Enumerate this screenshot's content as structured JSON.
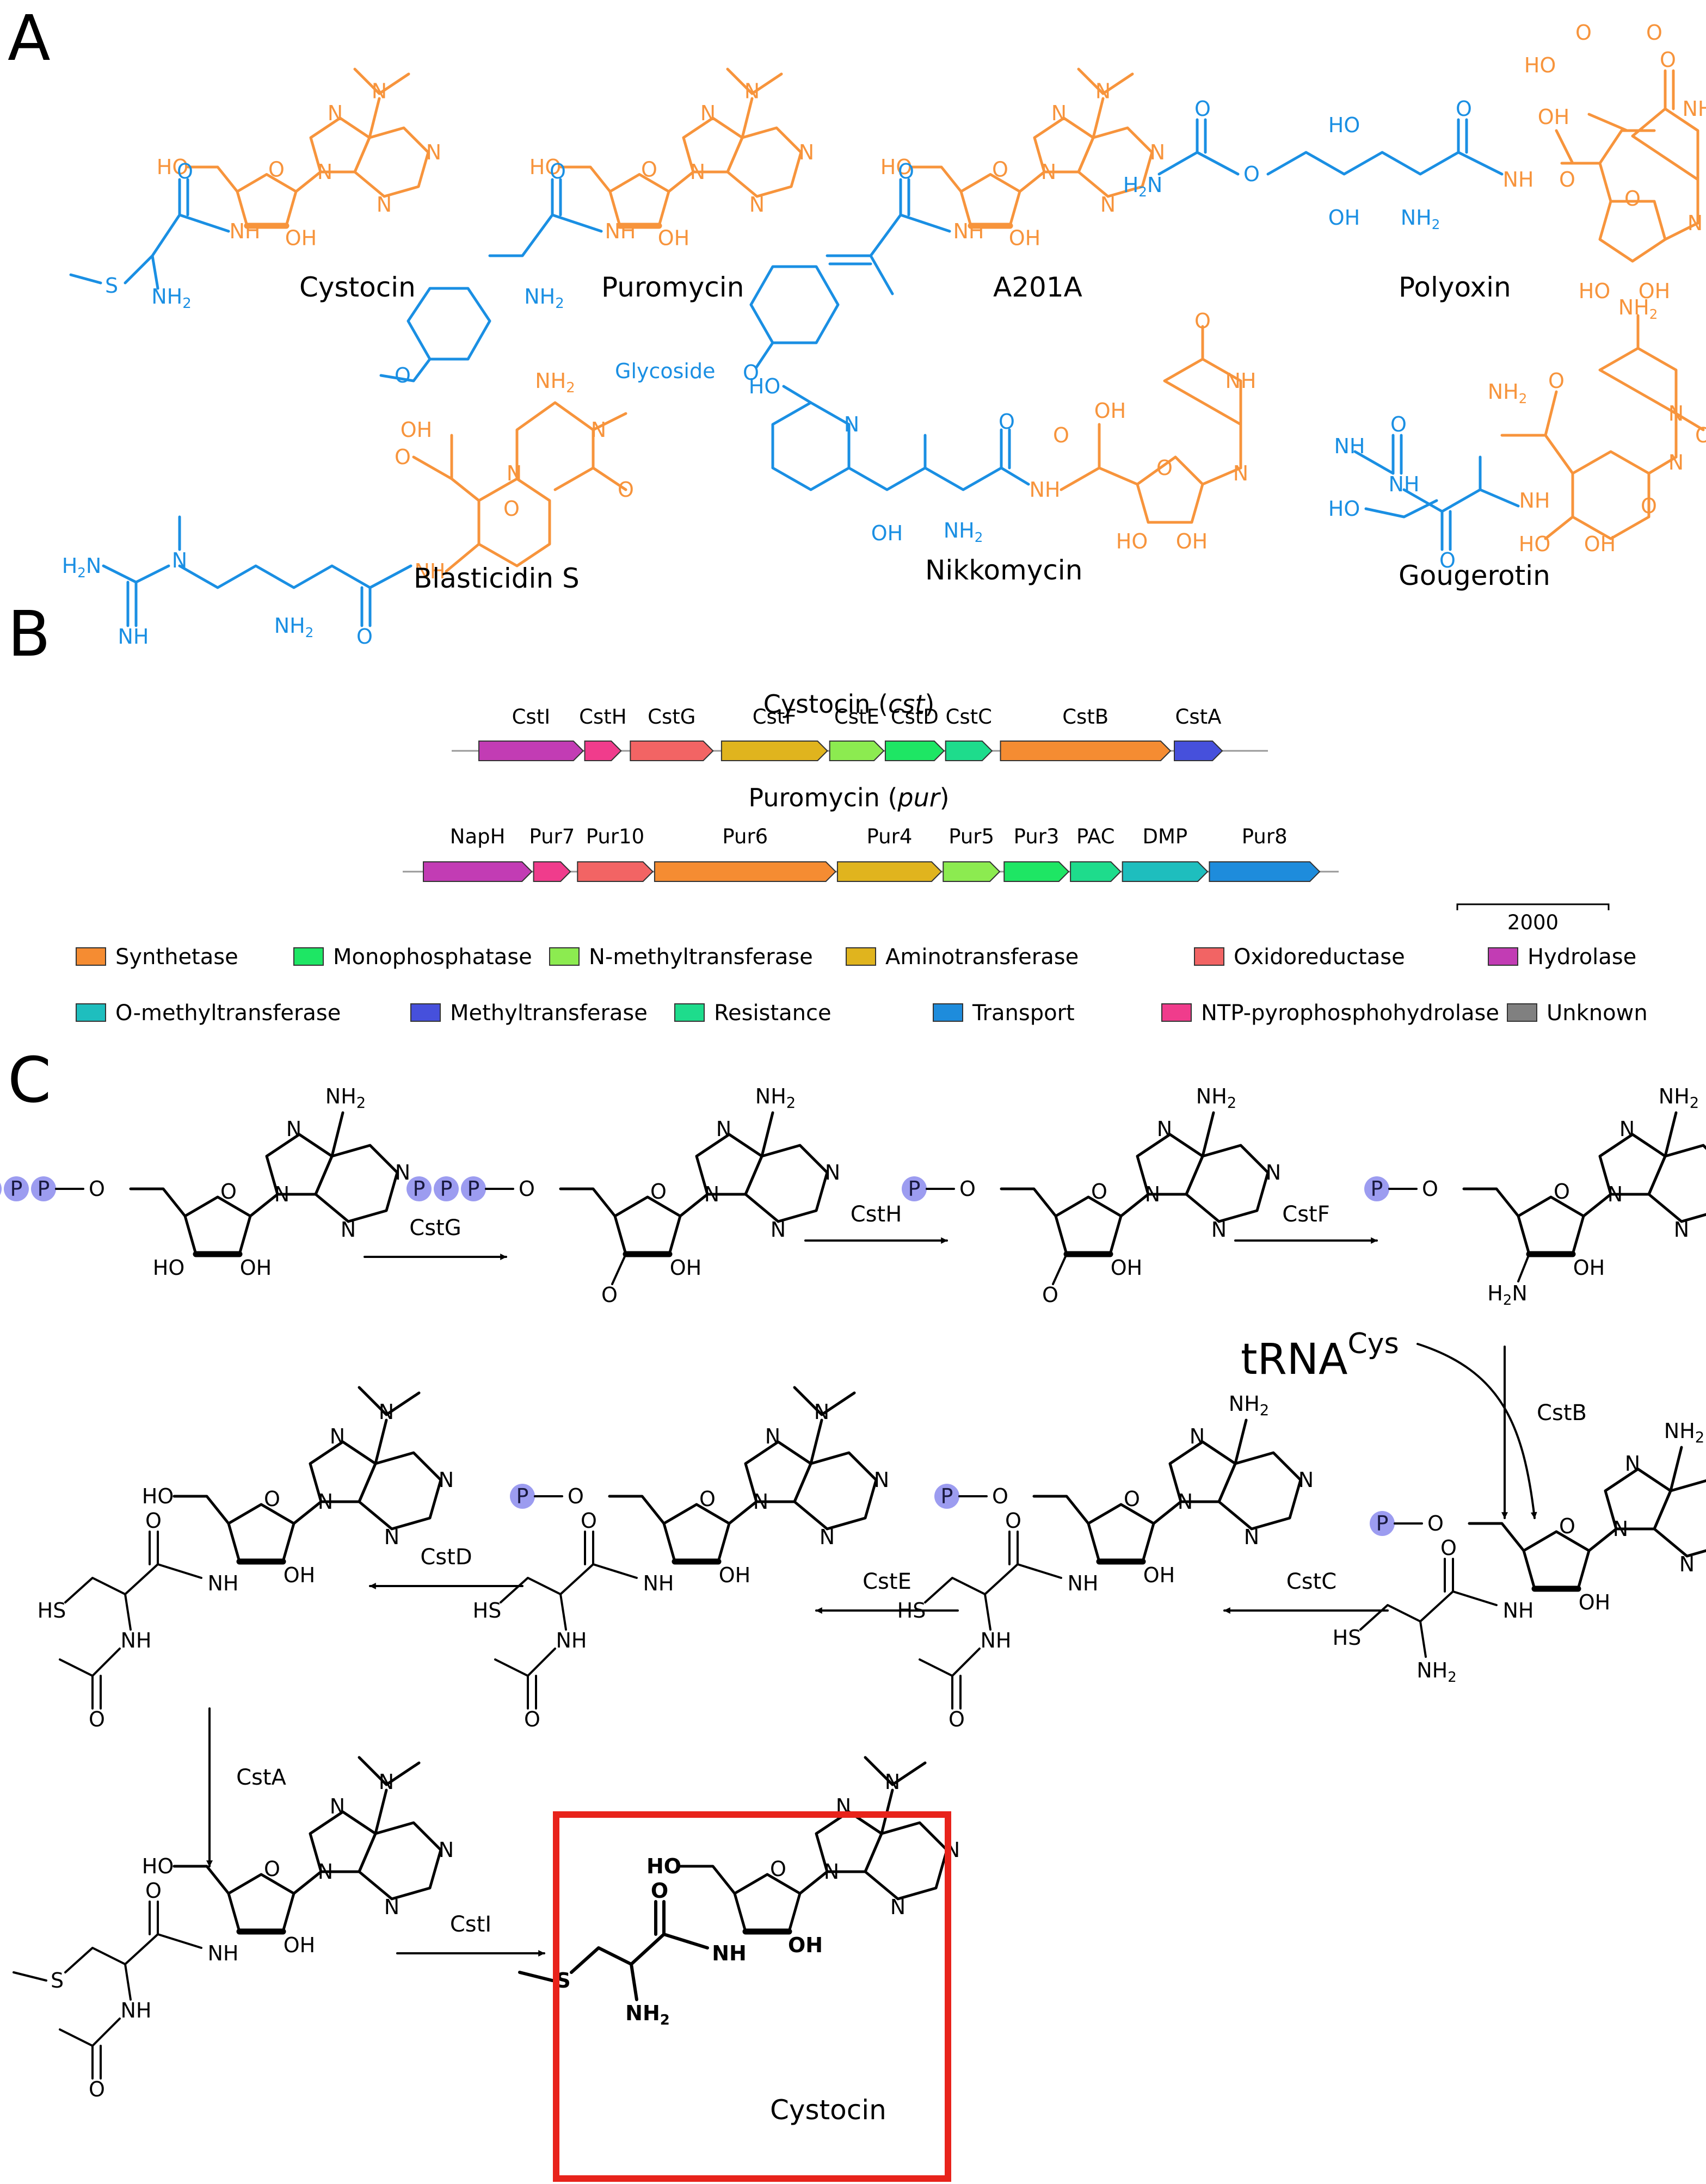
{
  "panels": {
    "a": "A",
    "b": "B",
    "c": "C"
  },
  "colors": {
    "nucleoside": "#F7943C",
    "side_chain": "#1A8FE3",
    "phosphate": "#9C9CF0",
    "box": "#E8231B"
  },
  "panel_a": {
    "compounds": [
      {
        "name": "Cystocin",
        "side": [
          "S",
          "NH2"
        ],
        "core": [
          "HO",
          "OH",
          "NH",
          "N",
          "N",
          "N",
          "N",
          "N"
        ]
      },
      {
        "name": "Puromycin",
        "side": [
          "O",
          "NH2"
        ],
        "core": [
          "HO",
          "OH",
          "NH",
          "N",
          "N",
          "N",
          "N",
          "N"
        ]
      },
      {
        "name": "A201A",
        "side": [
          "Glycoside",
          "O"
        ],
        "core": [
          "HO",
          "OH",
          "NH",
          "N",
          "N",
          "N",
          "N",
          "N"
        ]
      },
      {
        "name": "Polyoxin",
        "side": [
          "H2N",
          "O",
          "O",
          "HO",
          "OH",
          "NH2",
          "O"
        ],
        "core": [
          "HO",
          "OH",
          "OH",
          "OH",
          "O",
          "NH",
          "O",
          "O",
          "N",
          "NH",
          "O",
          "O",
          "HO"
        ]
      },
      {
        "name": "Blasticidin S",
        "side": [
          "H2N",
          "NH",
          "N",
          "NH2",
          "O"
        ],
        "core": [
          "OH",
          "O",
          "NH",
          "N",
          "N",
          "NH2",
          "O",
          "O"
        ]
      },
      {
        "name": "Nikkomycin",
        "side": [
          "HO",
          "N",
          "OH",
          "NH2",
          "O"
        ],
        "core": [
          "OH",
          "O",
          "NH",
          "HO",
          "OH",
          "N",
          "NH",
          "O",
          "O",
          "O"
        ]
      },
      {
        "name": "Gougerotin",
        "side": [
          "N",
          "O",
          "NH",
          "HO",
          "O"
        ],
        "core": [
          "NH2",
          "O",
          "NH",
          "HO",
          "OH",
          "N",
          "N",
          "NH2",
          "O",
          "O"
        ]
      }
    ]
  },
  "panel_b": {
    "clusters": [
      {
        "title": "Cystocin",
        "abbr": "cst",
        "genes": [
          {
            "name": "CstI",
            "color": "#C23CB4",
            "start": 0,
            "end": 0.135
          },
          {
            "name": "CstH",
            "color": "#F03C8C",
            "start": 0.137,
            "end": 0.184
          },
          {
            "name": "CstG",
            "color": "#F26464",
            "start": 0.196,
            "end": 0.303
          },
          {
            "name": "CstF",
            "color": "#E0B41E",
            "start": 0.314,
            "end": 0.451
          },
          {
            "name": "CstE",
            "color": "#8CEB50",
            "start": 0.454,
            "end": 0.524
          },
          {
            "name": "CstD",
            "color": "#1EE664",
            "start": 0.526,
            "end": 0.602
          },
          {
            "name": "CstC",
            "color": "#1EDC8C",
            "start": 0.604,
            "end": 0.664
          },
          {
            "name": "CstB",
            "color": "#F58C32",
            "start": 0.675,
            "end": 0.895
          },
          {
            "name": "CstA",
            "color": "#4650DC",
            "start": 0.9,
            "end": 0.962
          }
        ]
      },
      {
        "title": "Puromycin",
        "abbr": "pur",
        "genes": [
          {
            "name": "NapH",
            "color": "#C23CB4",
            "start": 0,
            "end": 0.121
          },
          {
            "name": "Pur7",
            "color": "#F03C8C",
            "start": 0.123,
            "end": 0.164
          },
          {
            "name": "Pur10",
            "color": "#F26464",
            "start": 0.172,
            "end": 0.256
          },
          {
            "name": "Pur6",
            "color": "#F58C32",
            "start": 0.258,
            "end": 0.46
          },
          {
            "name": "Pur4",
            "color": "#E0B41E",
            "start": 0.462,
            "end": 0.578
          },
          {
            "name": "Pur5",
            "color": "#8CEB50",
            "start": 0.58,
            "end": 0.643
          },
          {
            "name": "Pur3",
            "color": "#1EE664",
            "start": 0.648,
            "end": 0.72
          },
          {
            "name": "PAC",
            "color": "#1EDC8C",
            "start": 0.722,
            "end": 0.778
          },
          {
            "name": "DMP",
            "color": "#1EBEBE",
            "start": 0.78,
            "end": 0.875
          },
          {
            "name": "Pur8",
            "color": "#1E8CDC",
            "start": 0.877,
            "end": 1
          }
        ]
      }
    ],
    "scale_label": "2000",
    "legend": [
      {
        "label": "Synthetase",
        "color": "#F58C32"
      },
      {
        "label": "Monophosphatase",
        "color": "#1EE664"
      },
      {
        "label": "N-methyltransferase",
        "color": "#8CEB50"
      },
      {
        "label": "Aminotransferase",
        "color": "#E0B41E"
      },
      {
        "label": "Oxidoreductase",
        "color": "#F26464"
      },
      {
        "label": "Hydrolase",
        "color": "#C23CB4"
      },
      {
        "label": "O-methyltransferase",
        "color": "#1EBEBE"
      },
      {
        "label": "Methyltransferase",
        "color": "#4650DC"
      },
      {
        "label": "Resistance",
        "color": "#1EDC8C"
      },
      {
        "label": "Transport",
        "color": "#1E8CDC"
      },
      {
        "label": "NTP-pyrophosphohydrolase",
        "color": "#F03C8C"
      },
      {
        "label": "Unknown",
        "color": "#808080"
      }
    ]
  },
  "panel_c": {
    "phosphate": "P",
    "amine": "NH2",
    "enzymes": [
      "CstG",
      "CstH",
      "CstF",
      "CstB",
      "CstC",
      "CstE",
      "CstD",
      "CstA",
      "CstI"
    ],
    "trna": {
      "base": "tRNA",
      "sup": "Cys"
    },
    "product": "Cystocin",
    "atoms": {
      "ho": "HO",
      "oh": "OH",
      "o": "O",
      "n": "N",
      "nh": "NH",
      "h2n": "H2N",
      "hs": "HS",
      "s": "S"
    }
  }
}
